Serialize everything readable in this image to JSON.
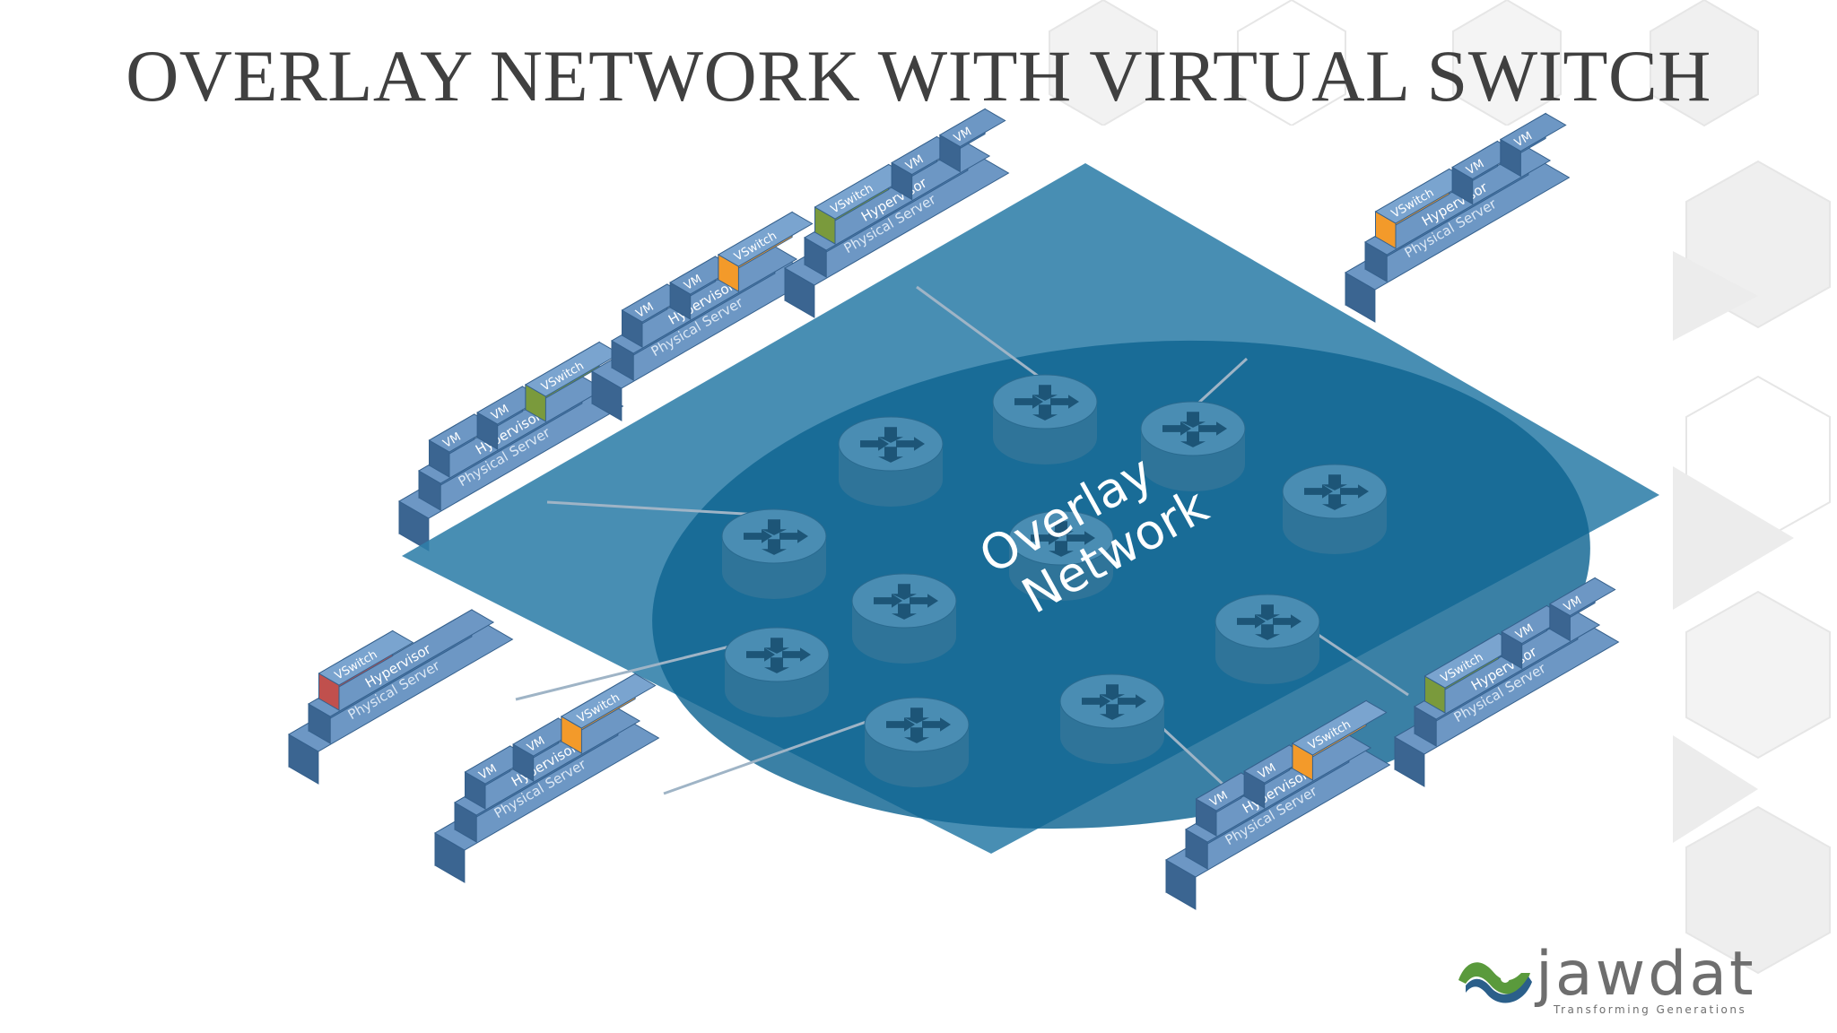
{
  "slide": {
    "title": "OVERLAY NETWORK WITH VIRTUAL SWITCH"
  },
  "diagram": {
    "center_label_line1": "Overlay",
    "center_label_line2": "Network",
    "servers": [
      {
        "vswitch": "VSwitch",
        "vswitch_color": "#7a9a3c",
        "vms": [
          "VM",
          "VM"
        ],
        "vswitch_first": false,
        "hypervisor": "Hypervisor",
        "physical": "Physical Server"
      },
      {
        "vswitch": "VSwitch",
        "vswitch_color": "#f39a2a",
        "vms": [
          "VM",
          "VM"
        ],
        "vswitch_first": false,
        "hypervisor": "Hypervisor",
        "physical": "Physical Server"
      },
      {
        "vswitch": "VSwitch",
        "vswitch_color": "#7a9a3c",
        "vms": [
          "VM",
          "VM"
        ],
        "vswitch_first": true,
        "hypervisor": "Hypervisor",
        "physical": "Physical Server"
      },
      {
        "vswitch": "VSwitch",
        "vswitch_color": "#f39a2a",
        "vms": [
          "VM",
          "VM"
        ],
        "vswitch_first": true,
        "hypervisor": "Hypervisor",
        "physical": "Physical Server"
      },
      {
        "vswitch": "VSwitch",
        "vswitch_color": "#c0504d",
        "vms": [],
        "vswitch_first": true,
        "hypervisor": "Hypervisor",
        "physical": "Physical Server"
      },
      {
        "vswitch": "VSwitch",
        "vswitch_color": "#f39a2a",
        "vms": [
          "VM",
          "VM"
        ],
        "vswitch_first": false,
        "hypervisor": "Hypervisor",
        "physical": "Physical Server"
      },
      {
        "vswitch": "VSwitch",
        "vswitch_color": "#f39a2a",
        "vms": [
          "VM",
          "VM"
        ],
        "vswitch_first": false,
        "hypervisor": "Hypervisor",
        "physical": "Physical Server"
      },
      {
        "vswitch": "VSwitch",
        "vswitch_color": "#7a9a3c",
        "vms": [
          "VM",
          "VM"
        ],
        "vswitch_first": true,
        "hypervisor": "Hypervisor",
        "physical": "Physical Server"
      }
    ]
  },
  "logo": {
    "word": "jawdat",
    "tagline": "Transforming Generations"
  },
  "colors": {
    "plane": "#2f7ea8",
    "ellipse": "#0f6491",
    "router": "#3b82a7",
    "block": "#4a79aa",
    "title": "#404040"
  }
}
